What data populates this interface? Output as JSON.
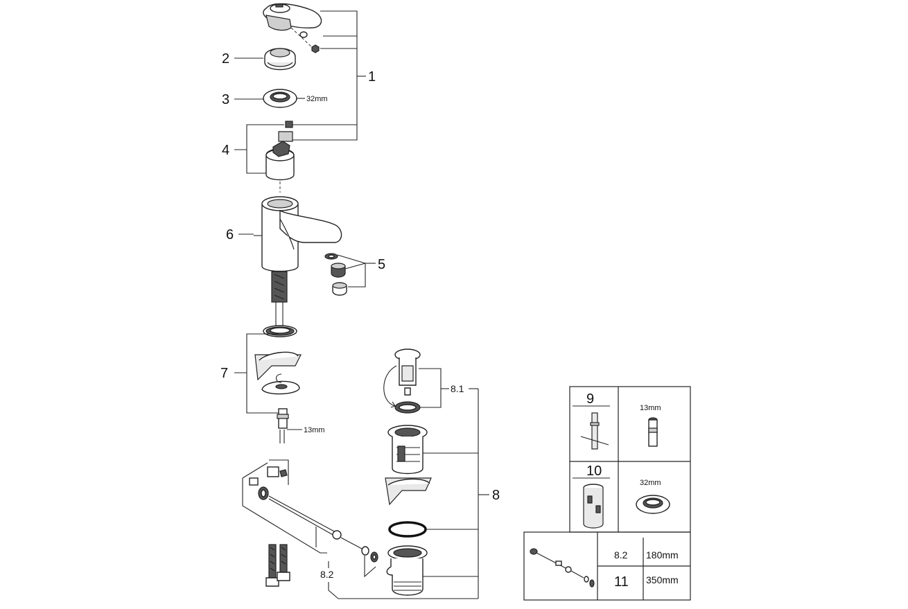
{
  "diagram": {
    "labels": {
      "l1": "1",
      "l2": "2",
      "l3": "3",
      "l4": "4",
      "l5": "5",
      "l6": "6",
      "l7": "7",
      "l8": "8",
      "l81": "8.1",
      "l82": "8.2"
    },
    "dims": {
      "nut_3": "32mm",
      "nut_7": "13mm"
    },
    "table": {
      "cell9": {
        "num": "9",
        "dim": "13mm"
      },
      "cell10": {
        "num": "10",
        "dim": "32mm"
      },
      "rows": [
        {
          "part": "8.2",
          "length": "180mm"
        },
        {
          "part": "11",
          "length": "350mm"
        }
      ]
    },
    "colors": {
      "line": "#222222",
      "shade": "#555555"
    }
  }
}
